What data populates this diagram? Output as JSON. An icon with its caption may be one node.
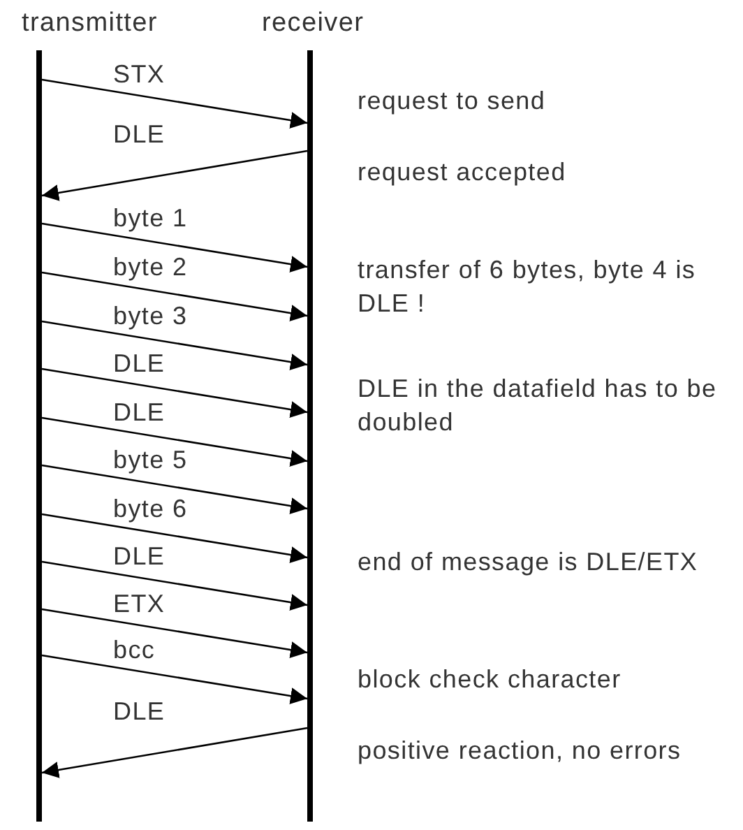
{
  "diagram": {
    "nodes": [
      {
        "text": [
          "transmitter"
        ]
      },
      {
        "text": [
          "receiver"
        ]
      }
    ],
    "edges": [
      {
        "from": 0,
        "to": 1,
        "arrow": "to",
        "label": "STX"
      },
      {
        "from": 1,
        "to": 0,
        "arrow": "to",
        "label": "DLE"
      },
      {
        "from": 0,
        "to": 1,
        "arrow": "to",
        "label": "byte 1"
      },
      {
        "from": 0,
        "to": 1,
        "arrow": "to",
        "label": "byte 2"
      },
      {
        "from": 0,
        "to": 1,
        "arrow": "to",
        "label": "byte 3"
      },
      {
        "from": 0,
        "to": 1,
        "arrow": "to",
        "label": "DLE"
      },
      {
        "from": 0,
        "to": 1,
        "arrow": "to",
        "label": "DLE"
      },
      {
        "from": 0,
        "to": 1,
        "arrow": "to",
        "label": "byte 5"
      },
      {
        "from": 0,
        "to": 1,
        "arrow": "to",
        "label": "byte 6"
      },
      {
        "from": 0,
        "to": 1,
        "arrow": "to",
        "label": "DLE"
      },
      {
        "from": 0,
        "to": 1,
        "arrow": "to",
        "label": "ETX"
      },
      {
        "from": 0,
        "to": 1,
        "arrow": "to",
        "label": "bcc"
      },
      {
        "from": 1,
        "to": 0,
        "arrow": "to",
        "label": "DLE"
      }
    ],
    "labels": [
      "request to send",
      "request accepted",
      "transfer of 6 bytes, byte 4 is DLE !",
      "DLE in the datafield has to be doubled",
      "end of message is DLE/ETX",
      "block check character",
      "positive reaction, no errors"
    ]
  }
}
